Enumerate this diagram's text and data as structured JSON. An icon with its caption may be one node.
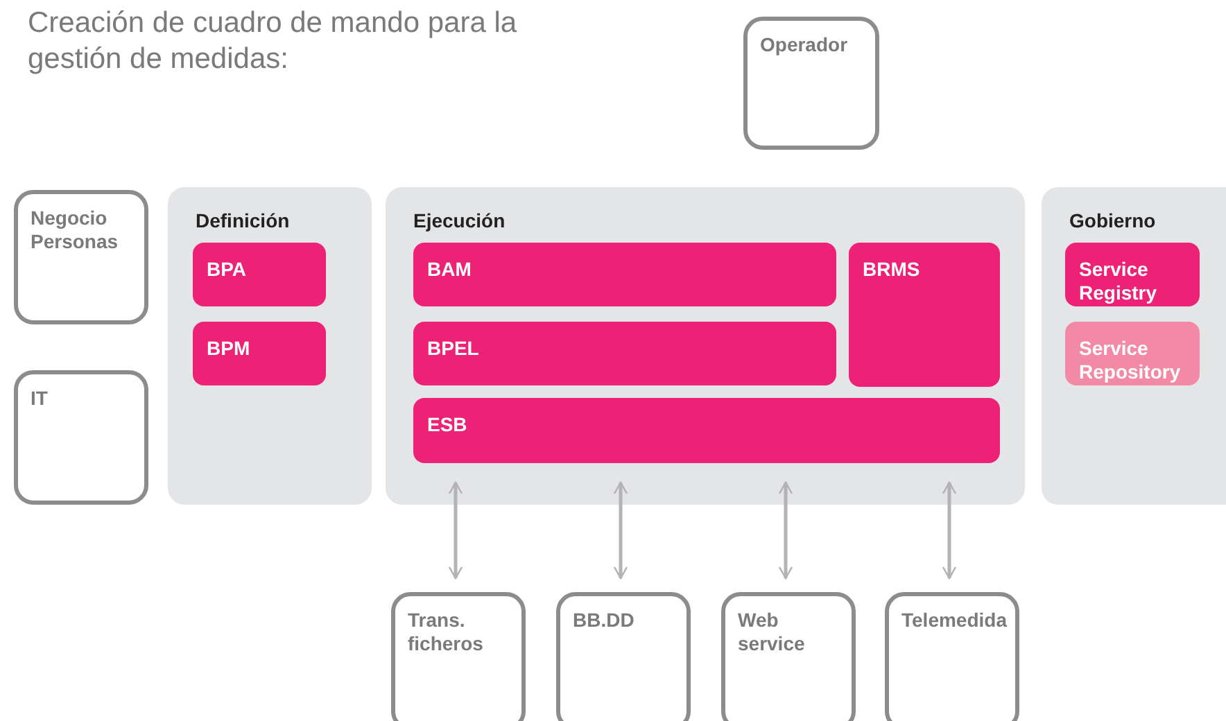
{
  "diagram": {
    "title": "Creación de cuadro de mando para la gestión de medidas:",
    "nodes": [
      {
        "text": [
          "Operador"
        ]
      },
      {
        "text": [
          "Negocio Personas"
        ]
      },
      {
        "text": [
          "IT"
        ]
      },
      {
        "text": [
          "Definición"
        ]
      },
      {
        "text": [
          "BPA"
        ],
        "in": 3
      },
      {
        "text": [
          "BPM"
        ],
        "in": 3
      },
      {
        "text": [
          "Ejecución"
        ]
      },
      {
        "text": [
          "BAM"
        ],
        "in": 6
      },
      {
        "text": [
          "BPEL"
        ],
        "in": 6
      },
      {
        "text": [
          "BRMS"
        ],
        "in": 6
      },
      {
        "text": [
          "ESB"
        ],
        "in": 6
      },
      {
        "text": [
          "Gobierno"
        ]
      },
      {
        "text": [
          "Service Registry"
        ],
        "in": 11
      },
      {
        "text": [
          "Service Repository"
        ],
        "in": 11
      },
      {
        "text": [
          "Trans. ficheros"
        ]
      },
      {
        "text": [
          "BB.DD"
        ]
      },
      {
        "text": [
          "Web service"
        ]
      },
      {
        "text": [
          "Telemedida"
        ]
      }
    ],
    "edges": [
      {
        "from": 10,
        "to": 14,
        "arrow": "both"
      },
      {
        "from": 10,
        "to": 15,
        "arrow": "both"
      },
      {
        "from": 10,
        "to": 16,
        "arrow": "both"
      },
      {
        "from": 10,
        "to": 17,
        "arrow": "both"
      }
    ]
  }
}
